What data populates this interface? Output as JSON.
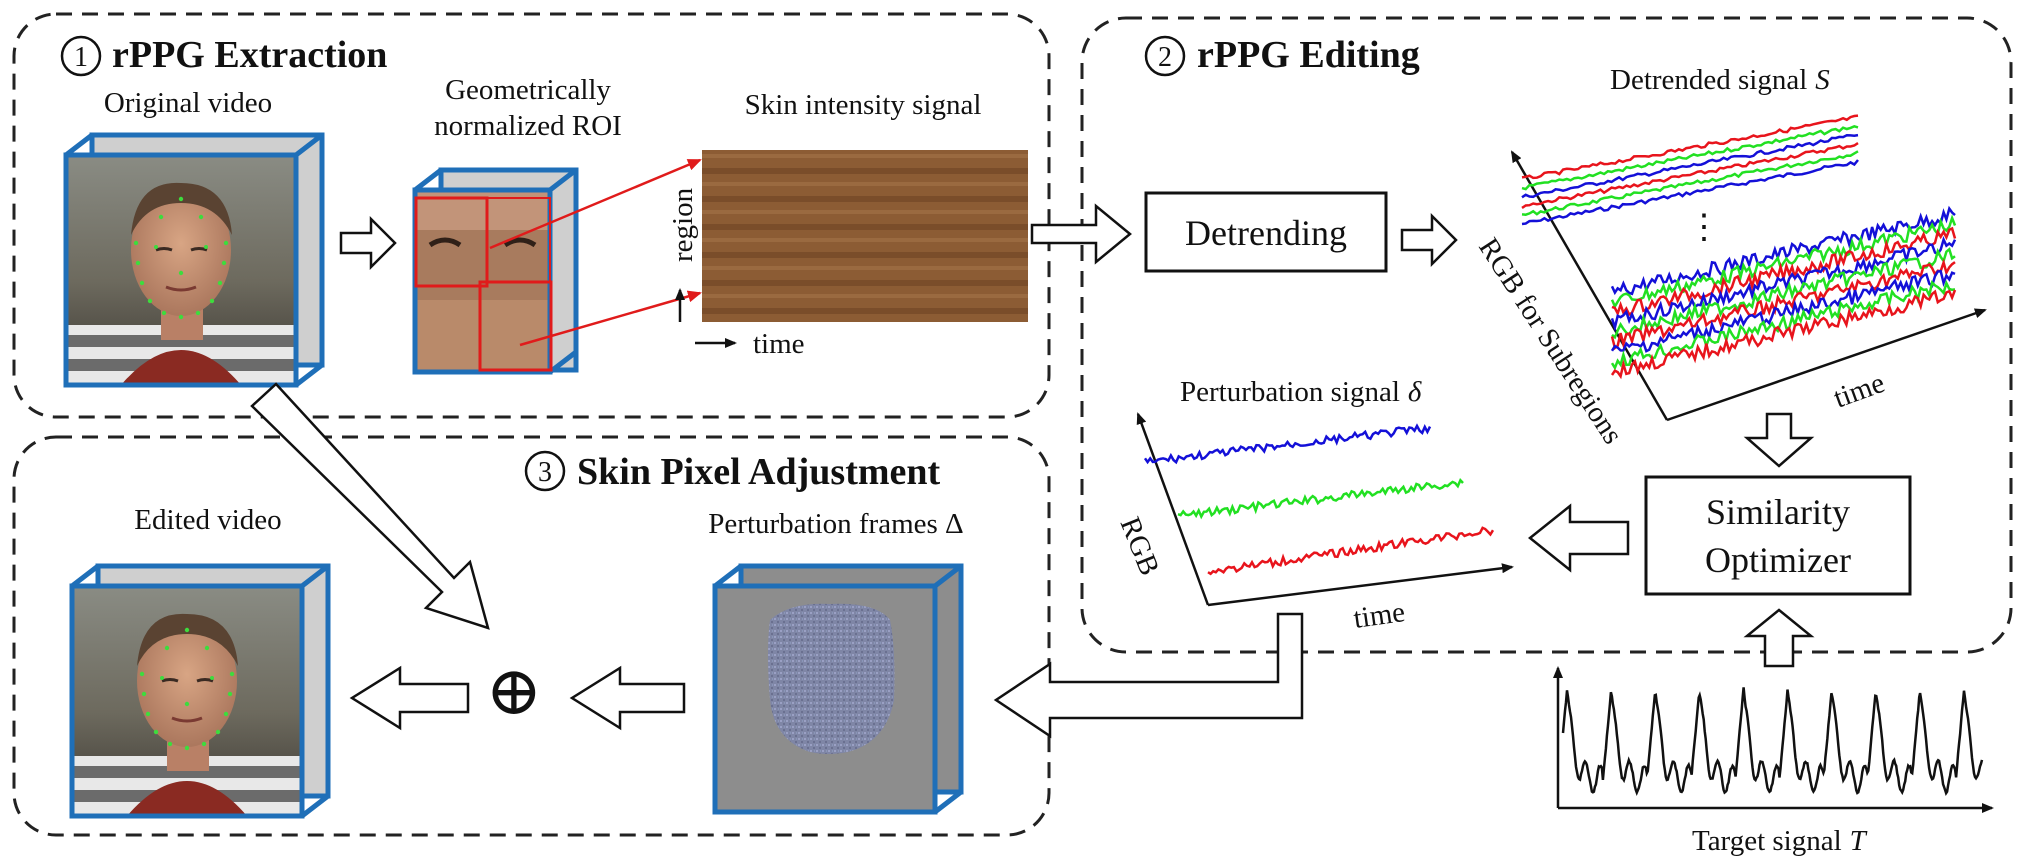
{
  "sections": {
    "extraction": {
      "num": "1",
      "title": "rPPG Extraction"
    },
    "editing": {
      "num": "2",
      "title": "rPPG Editing"
    },
    "adjustment": {
      "num": "3",
      "title": "Skin Pixel Adjustment"
    }
  },
  "labels": {
    "original_video": "Original video",
    "roi_line1": "Geometrically",
    "roi_line2": "normalized ROI",
    "skin_signal": "Skin intensity signal",
    "region_axis": "region",
    "time_axis": "time",
    "detrending": "Detrending",
    "detrended_signal": "Detrended signal",
    "detrended_symbol": "S",
    "rgb_subregions": "RGB for Subregions",
    "detrended_time": "time",
    "ellipsis": "⋮",
    "similarity_line1": "Similarity",
    "similarity_line2": "Optimizer",
    "perturbation_signal": "Perturbation signal",
    "perturbation_symbol": "δ",
    "rgb_axis": "RGB",
    "perturbation_time": "time",
    "edited_video": "Edited video",
    "perturbation_frames": "Perturbation frames Δ",
    "target_signal": "Target signal",
    "target_symbol": "T",
    "oplus": "⊕"
  },
  "colors": {
    "frame_blue": "#1f6fb8",
    "arrow_red": "#e01b1b",
    "signal_red": "#e8141c",
    "signal_green": "#22e022",
    "signal_blue": "#1410d8",
    "dashed_border": "#222222",
    "skin_strip": "#8c5c34",
    "perturbation_gray": "#8d8d8d"
  },
  "icons": [
    "face-frame",
    "roi-frame",
    "perturbation-frame",
    "hollow-arrow",
    "oplus-symbol"
  ]
}
